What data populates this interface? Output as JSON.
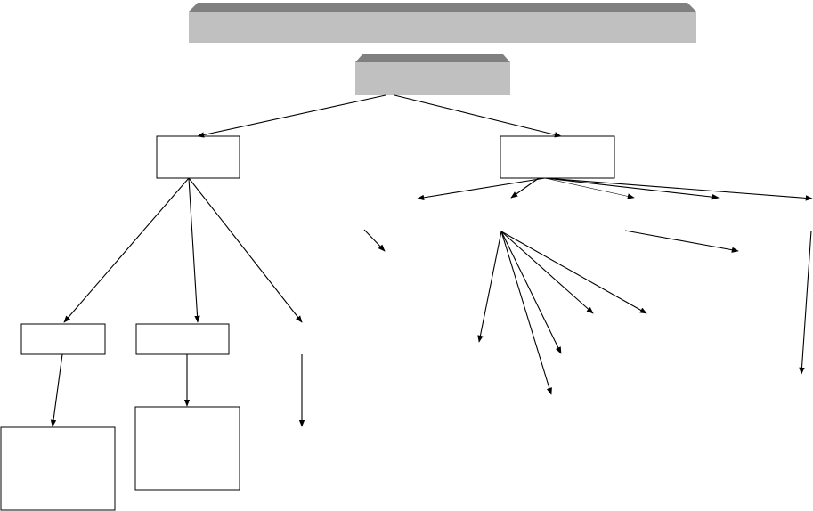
{
  "diagram": {
    "colors": {
      "line": "#000000",
      "box_fill": "#ffffff",
      "banner_face": "#c0c0c0",
      "banner_top": "#808080"
    },
    "nodes": [
      {
        "id": "title-banner",
        "label": ""
      },
      {
        "id": "sub-banner",
        "label": ""
      },
      {
        "id": "left-box",
        "label": ""
      },
      {
        "id": "right-box",
        "label": ""
      },
      {
        "id": "left-child-box-1",
        "label": ""
      },
      {
        "id": "left-child-box-2",
        "label": ""
      },
      {
        "id": "leaf-box-1",
        "label": ""
      },
      {
        "id": "leaf-box-2",
        "label": ""
      }
    ]
  }
}
